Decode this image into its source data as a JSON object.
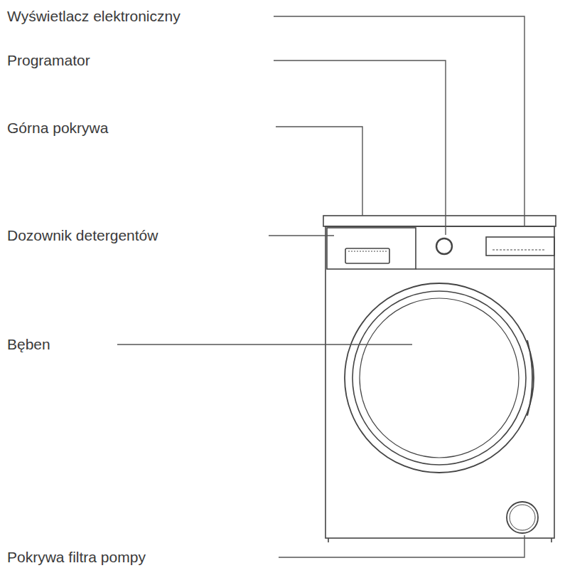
{
  "diagram": {
    "labels": [
      "Wyświetlacz elektroniczny",
      "Programator",
      "Górna pokrywa",
      "Dozownik detergentów",
      "Bęben",
      "Pokrywa filtra pompy"
    ]
  }
}
